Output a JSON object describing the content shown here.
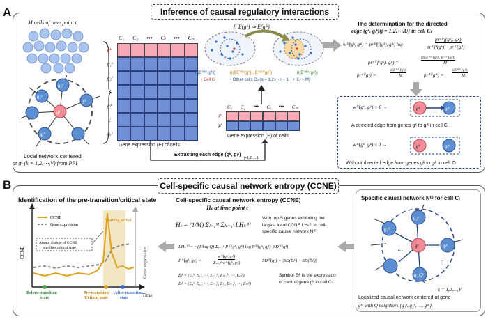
{
  "panels": {
    "a_letter": "A",
    "b_letter": "B",
    "a_title": "Inference of causal regulatory interactions",
    "b_title": "Cell-specific causal network entropy (CCNE)"
  },
  "panelA": {
    "cells_caption": "M cells of time point t",
    "local_net_caption_1": "Local network centered",
    "local_net_caption_2": "at gᵏ (k = 1,2,⋯,V)  from PPI",
    "matrix_cols": [
      "C₁",
      "C₂",
      "•••",
      "Cₗ",
      "•••",
      "Cₘ"
    ],
    "matrix_rows": [
      "gᵏ",
      "g₁ᵏ",
      "g₂ᵏ",
      "⋮",
      "gₗᵏ",
      "⋮",
      "gᵤᵏ"
    ],
    "matrix_caption": "Gene expression (E) of cells",
    "mapping": "f: E(gᵏ) ⇒ E(gₗᵏ)",
    "nn_labels": [
      "n(E⁽ᴺᴺ⁾(gᵏ))",
      "n(f(E⁽ᴺᴺ⁾(gᵏ)), E⁽ᴺᴺ⁾(gₗᵏ))",
      "n(E⁽ᴺᴺ⁾(gₗᵏ))"
    ],
    "legend_red": "• Cell Cₗ",
    "legend_blue": "• Other cells Cₐ  (q = 1,2,⋯,l − 1, l + 1,⋯,M)",
    "small_cols": [
      "C₁",
      "C₂",
      "•••",
      "Cₗ",
      "•••",
      "Cₘ"
    ],
    "small_rows": [
      "gᵏ",
      "gₗᵏ"
    ],
    "small_caption": "Gene expression (E) of cells",
    "extract_caption": "Extracting each edge (gᵏ, gₗᵏ)",
    "extract_sub": "j=1,2,…,U",
    "det_title_1": "The determination for the directed",
    "det_title_2": "edge (gᵏ, gₗᵏ)(j = 1,2,⋯,U) in cell Cₗ",
    "eq1": "w⁽ˡ⁾(gᵏ, gₗᵏ) = pr⁽ˡ⁾(f(gᵏ), gₗᵏ) log",
    "eq1_num": "pr⁽ˡ⁾(f(gᵏ), gₗᵏ)",
    "eq1_den": "pr⁽ˡ⁾(f(gᵏ)) · pr⁽ˡ⁾(gₗᵏ)",
    "eq2_left": "pr⁽ˡ⁾(f(gᵏ), gₗᵏ) =",
    "eq2_num": "n(f(E⁽ᴺᴺ⁾(gᵏ)), E⁽ᴺᴺ⁾(gₗᵏ))",
    "eq2_den": "M",
    "eq3_left": "pr⁽ˡ⁾(gᵏ) =",
    "eq3_num": "n(E⁽ᴺᴺ⁾(gᵏ))",
    "eq3_den": "M",
    "eq3b_left": "pr⁽ˡ⁾(gₗᵏ) =",
    "eq3b_num": "n(E⁽ᴺᴺ⁾(gₗᵏ))",
    "eq3b_den": "M",
    "cond_pos": "w⁽ˡ⁾(gᵏ, gₗᵏ) > 0  →",
    "cond_pos_caption": "A directed  edge from genes gᵏ to gₗᵏ in cell Cₗ",
    "cond_neg": "w⁽ˡ⁾(gᵏ, gₗᵏ) ≤ 0  →",
    "cond_neg_caption": "Without directed  edge from genes gᵏ to gₗᵏ in cell Cₗ",
    "node_gk": "gᵏ",
    "node_gkj": "gₗᵏ",
    "local_nodes": [
      "g₁ᵏ",
      "g₂ᵏ",
      "gᵏ",
      "gₗᵏ",
      "gᵤᵏ"
    ]
  },
  "panelB": {
    "chart_title": "Identification of the pre-transition/critical state",
    "legend_ccne": "CCNE",
    "legend_ge": "Gene expression",
    "warning": "Warning period",
    "abrupt_1": "Abrupt change of CCNE",
    "abrupt_2": "signifies critical state",
    "ylabel_left": "CCNE",
    "ylabel_right": "Gene expression",
    "xlabel": "Time",
    "state1_1": "Before-transition",
    "state1_2": "state",
    "state2_1": "Pre-transition",
    "state2_2": "/Critical state",
    "state3_1": "After-transition",
    "state3_2": "state",
    "ccne_title_1": "Cell-specific causal network entropy (CCNE)",
    "ccne_title_2": "Hₜ at time point t",
    "ht_eq": "Hₜ = (1/M) Σₗ₌₁ᴹ Σₖ₌₁ˢ LHₖ⁽ˡ⁾",
    "ht_note_1": "With top S genes exhibiting the",
    "ht_note_2": "largest local CCNE LHₖ⁽ˡ⁾ in cell-",
    "ht_note_3": "specific causal network N⁽ˡ⁾",
    "lh_eq": "LHₖ⁽ˡ⁾ = −(1/log Q) Σⱼ₌₁ᵠ P⁽ˡ⁾(gᵏ, gⱼᵏ) log P⁽ˡ⁾(gᵏ, gⱼᵏ) |SD⁽ˡ⁾(gᵏ)|",
    "p_eq_left": "P⁽ˡ⁾(gᵏ, gⱼᵏ) =",
    "p_eq_num": "w⁽ˡ⁾(gᵏ, gⱼᵏ)",
    "p_eq_den": "Σⱼ₌₁ᵠ w⁽ˡ⁾(gᵏ, gⱼᵏ)",
    "sd_eq": "SD⁽ˡ⁾(gᵏ) = |SD(Eₗᵏ) − SD(Ēₗᵏ)|",
    "e_bar": "Ēₗᵏ = (E₁ᵏ, E₂ᵏ, ⋯, Eₗ₋₁ᵏ, Eₗ₊₁ᵏ, ⋯, Eₘᵏ)",
    "e_full": "Eₗᵏ = (E₁ᵏ, E₂ᵏ, ⋯, Eₗ₋₁ᵏ, Eₗᵏ, Eₗ₊₁ᵏ, ⋯, Eₘᵏ)",
    "symbol_note_1": "Symbol Eₗᵏ is the expression",
    "symbol_note_2": "of central gene gᵏ in cell Cₗ",
    "net_title": "Specific causal network N⁽ˡ⁾ for cell Cₗ",
    "net_nodes": [
      "g₁ᵏ",
      "g₂ᵏ",
      "gᵏ",
      "gⱼᵏ",
      "gᵠᵏ"
    ],
    "k_range": "k = 1,2,…,V",
    "net_caption_1": "Localized causal network centered at gene",
    "net_caption_2": "gᵏ, with Q neighbors {g₁ᵏ, g₂ᵏ, …, gᵠᵏ}."
  },
  "colors": {
    "ccne_line": "#e0a21c",
    "gene_expr_line": "#8a8a8a",
    "warning_band": "#f3e6c4",
    "node_blue": "#5b8fd2",
    "node_red": "#f28b96",
    "matrix_blue": "#6f8fd6",
    "matrix_pink": "#f6a9b4"
  }
}
